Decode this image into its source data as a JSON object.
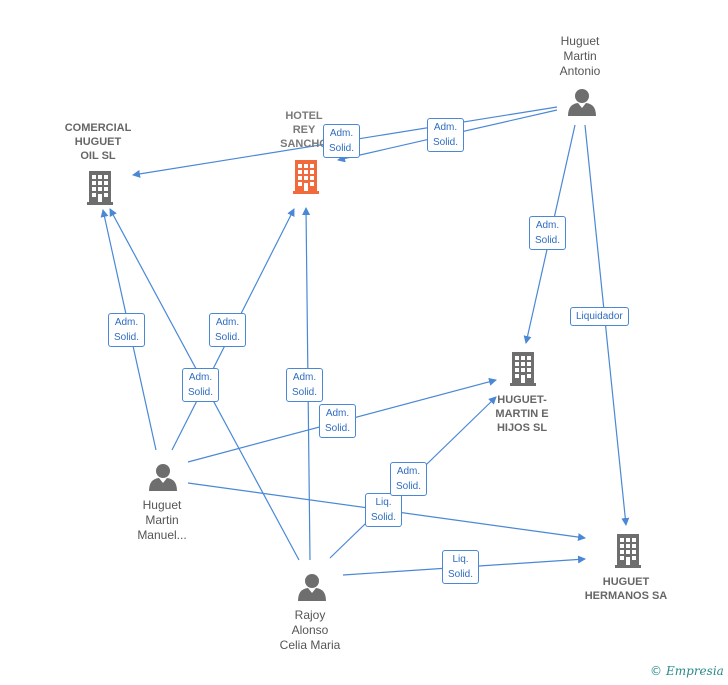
{
  "nodes": {
    "comercial": {
      "label": "COMERCIAL\nHUGUET\nOIL  SL",
      "type": "company"
    },
    "hotel": {
      "label": "HOTEL\nREY\nSANCHO",
      "type": "company-focus"
    },
    "huguet_martin_hijos": {
      "label": "HUGUET-\nMARTIN E\nHIJOS  SL",
      "type": "company"
    },
    "huguet_hermanos": {
      "label": "HUGUET\nHERMANOS SA",
      "type": "company"
    },
    "antonio": {
      "label": "Huguet\nMartin\nAntonio",
      "type": "person"
    },
    "manuel": {
      "label": "Huguet\nMartin\nManuel...",
      "type": "person"
    },
    "rajoy": {
      "label": "Rajoy\nAlonso\nCelia Maria",
      "type": "person"
    }
  },
  "edges": [
    {
      "id": "e1",
      "label": "Adm.\nSolid."
    },
    {
      "id": "e2",
      "label": "Adm.\nSolid."
    },
    {
      "id": "e3",
      "label": "Adm.\nSolid."
    },
    {
      "id": "e4",
      "label": "Liquidador"
    },
    {
      "id": "e5",
      "label": "Adm.\nSolid."
    },
    {
      "id": "e6",
      "label": "Adm.\nSolid."
    },
    {
      "id": "e7",
      "label": "Adm.\nSolid."
    },
    {
      "id": "e8",
      "label": "Adm.\nSolid."
    },
    {
      "id": "e9",
      "label": "Adm.\nSolid."
    },
    {
      "id": "e10",
      "label": "Liq.\nSolid."
    },
    {
      "id": "e11",
      "label": "Adm.\nSolid."
    },
    {
      "id": "e12",
      "label": "Liq.\nSolid."
    }
  ],
  "footer": {
    "copyright": "©",
    "brand": "Empresia"
  },
  "colors": {
    "edge": "#4a88d6",
    "company": "#6e6e6e",
    "focus": "#f06a3c",
    "person": "#6e6e6e"
  }
}
